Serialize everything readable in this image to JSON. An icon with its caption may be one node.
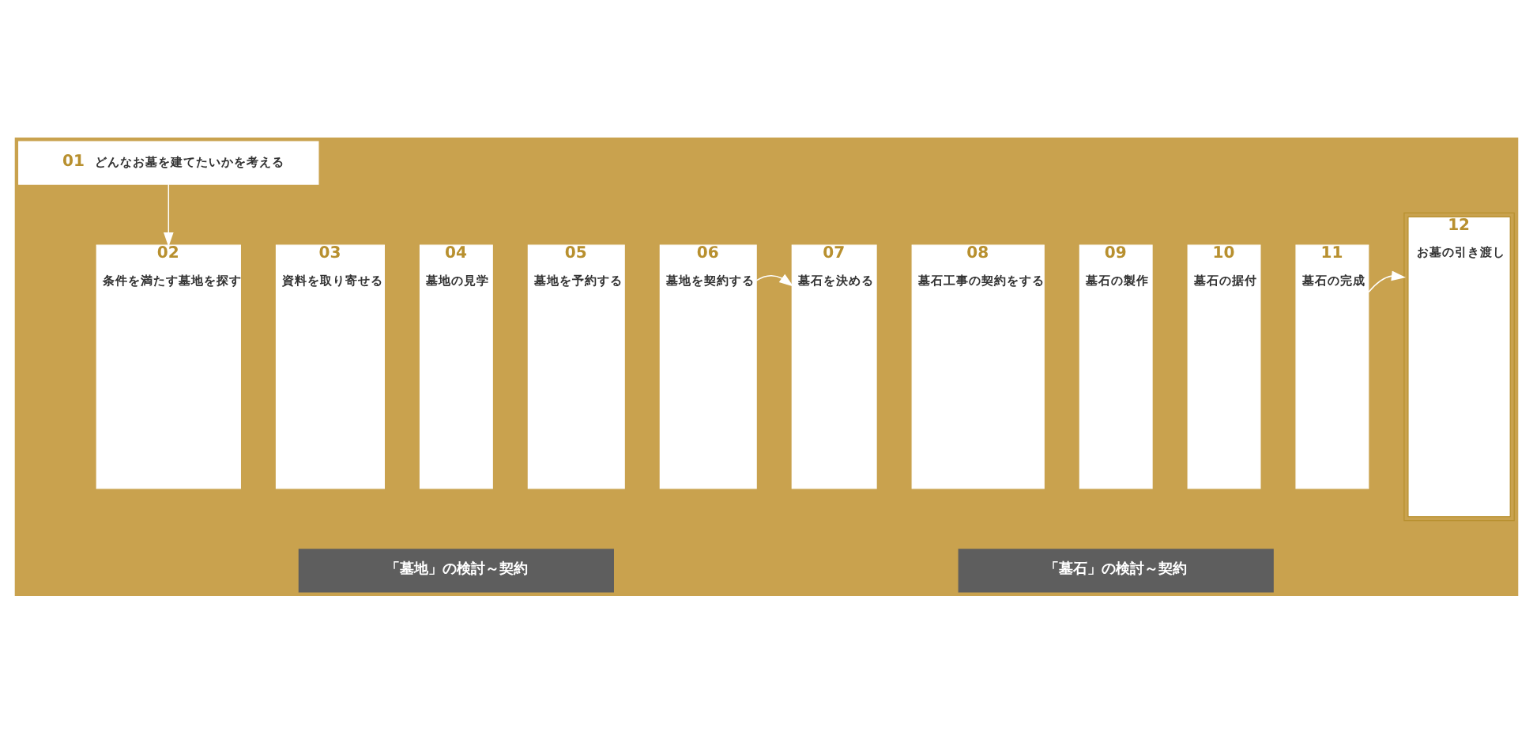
{
  "diagram": {
    "nodes": [
      {
        "text": [
          "01",
          "どんなお墓を建てたいかを考える"
        ]
      },
      {
        "text": [
          "02",
          "条件を満たす墓地を探す"
        ]
      },
      {
        "text": [
          "03",
          "資料を取り寄せる"
        ]
      },
      {
        "text": [
          "04",
          "墓地の見学"
        ]
      },
      {
        "text": [
          "05",
          "墓地を予約する"
        ]
      },
      {
        "text": [
          "06",
          "墓地を契約する"
        ]
      },
      {
        "text": [
          "07",
          "墓石を決める"
        ]
      },
      {
        "text": [
          "08",
          "墓石工事の契約をする"
        ]
      },
      {
        "text": [
          "09",
          "墓石の製作"
        ]
      },
      {
        "text": [
          "10",
          "墓石の据付"
        ]
      },
      {
        "text": [
          "11",
          "墓石の完成"
        ]
      },
      {
        "text": [
          "12",
          "お墓の引き渡し"
        ]
      },
      {
        "text": [
          "「墓地」の検討～契約"
        ]
      },
      {
        "text": [
          "「墓石」の検討～契約"
        ]
      }
    ],
    "edges": [
      {
        "from": 0,
        "to": 1,
        "arrow": "to"
      },
      {
        "from": 5,
        "to": 6,
        "arrow": "to"
      },
      {
        "from": 10,
        "to": 11,
        "arrow": "to"
      }
    ]
  }
}
